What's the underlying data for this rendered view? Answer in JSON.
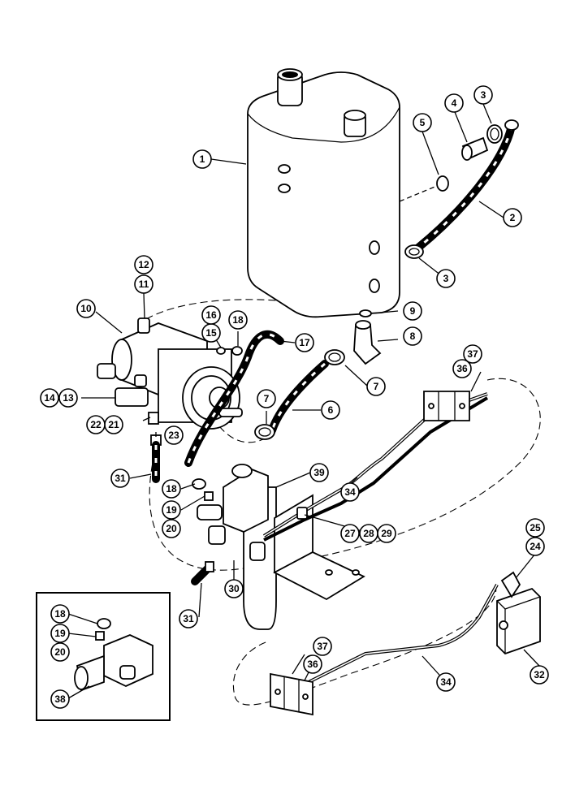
{
  "callouts": [
    {
      "id": "c1",
      "label": "1"
    },
    {
      "id": "c2",
      "label": "2"
    },
    {
      "id": "c3a",
      "label": "3"
    },
    {
      "id": "c3b",
      "label": "3"
    },
    {
      "id": "c4",
      "label": "4"
    },
    {
      "id": "c5",
      "label": "5"
    },
    {
      "id": "c6",
      "label": "6"
    },
    {
      "id": "c7a",
      "label": "7"
    },
    {
      "id": "c7b",
      "label": "7"
    },
    {
      "id": "c8",
      "label": "8"
    },
    {
      "id": "c9",
      "label": "9"
    },
    {
      "id": "c10",
      "label": "10"
    },
    {
      "id": "c11",
      "label": "11"
    },
    {
      "id": "c12",
      "label": "12"
    },
    {
      "id": "c13",
      "label": "13"
    },
    {
      "id": "c14",
      "label": "14"
    },
    {
      "id": "c15",
      "label": "15"
    },
    {
      "id": "c16",
      "label": "16"
    },
    {
      "id": "c17",
      "label": "17"
    },
    {
      "id": "c18a",
      "label": "18"
    },
    {
      "id": "c18b",
      "label": "18"
    },
    {
      "id": "c18c",
      "label": "18"
    },
    {
      "id": "c19a",
      "label": "19"
    },
    {
      "id": "c19b",
      "label": "19"
    },
    {
      "id": "c20a",
      "label": "20"
    },
    {
      "id": "c20b",
      "label": "20"
    },
    {
      "id": "c21",
      "label": "21"
    },
    {
      "id": "c22",
      "label": "22"
    },
    {
      "id": "c23",
      "label": "23"
    },
    {
      "id": "c24",
      "label": "24"
    },
    {
      "id": "c25",
      "label": "25"
    },
    {
      "id": "c27",
      "label": "27"
    },
    {
      "id": "c28",
      "label": "28"
    },
    {
      "id": "c29",
      "label": "29"
    },
    {
      "id": "c30",
      "label": "30"
    },
    {
      "id": "c31a",
      "label": "31"
    },
    {
      "id": "c31b",
      "label": "31"
    },
    {
      "id": "c32",
      "label": "32"
    },
    {
      "id": "c34a",
      "label": "34"
    },
    {
      "id": "c34b",
      "label": "34"
    },
    {
      "id": "c36a",
      "label": "36"
    },
    {
      "id": "c36b",
      "label": "36"
    },
    {
      "id": "c37a",
      "label": "37"
    },
    {
      "id": "c37b",
      "label": "37"
    },
    {
      "id": "c38",
      "label": "38"
    },
    {
      "id": "c39",
      "label": "39"
    }
  ]
}
